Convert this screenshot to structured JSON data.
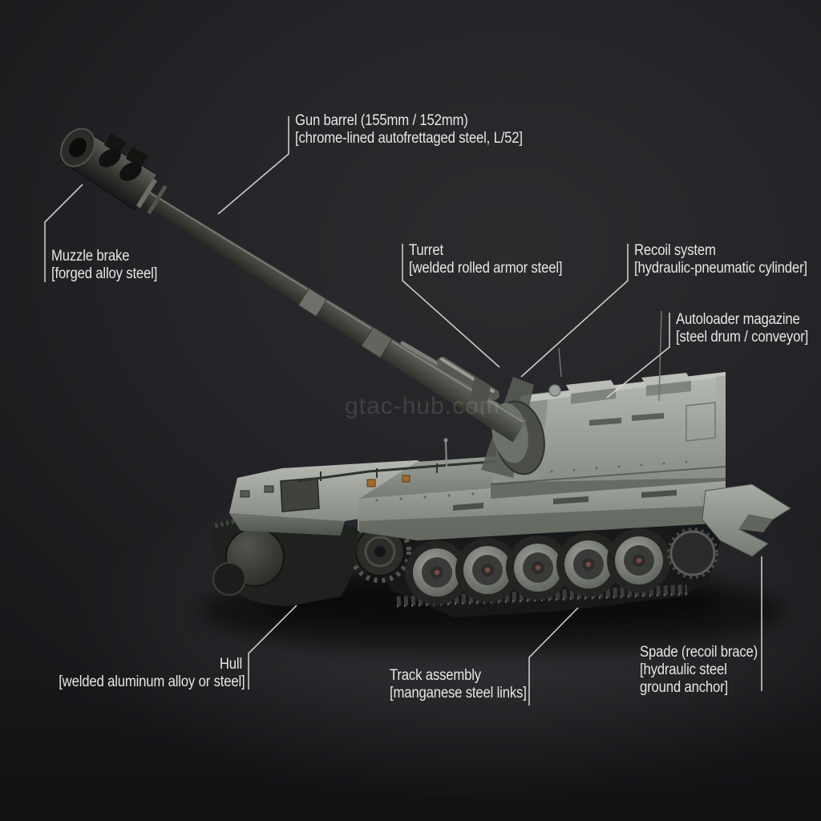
{
  "diagram": {
    "subject": "Self-propelled howitzer cutaway-style parts diagram",
    "watermark": "gtac-hub.com",
    "labels": [
      {
        "id": "gun-barrel",
        "title": "Gun barrel (155mm / 152mm)",
        "material": "[chrome-lined autofrettaged steel, L/52]"
      },
      {
        "id": "muzzle-brake",
        "title": "Muzzle brake",
        "material": "[forged alloy steel]"
      },
      {
        "id": "turret",
        "title": "Turret",
        "material": "[welded rolled armor steel]"
      },
      {
        "id": "recoil-system",
        "title": "Recoil system",
        "material": "[hydraulic-pneumatic cylinder]"
      },
      {
        "id": "autoloader",
        "title": "Autoloader magazine",
        "material": "[steel drum / conveyor]"
      },
      {
        "id": "hull",
        "title": "Hull",
        "material": "[welded aluminum alloy or steel]"
      },
      {
        "id": "track-assembly",
        "title": "Track assembly",
        "material": "[manganese steel links]"
      },
      {
        "id": "spade",
        "title": "Spade (recoil brace)",
        "material": "[hydraulic steel ground anchor]"
      }
    ],
    "colors": {
      "background_dark": "#1d1d20",
      "background_light": "#2c2c2f",
      "label_text": "#e6e6e3",
      "leader_line": "#d9d9d6",
      "armor_light": "#b6bab3",
      "armor_mid": "#878c85",
      "armor_dark": "#4e534d",
      "track_dark": "#17181a",
      "accent_amber": "#a06a2c"
    }
  }
}
